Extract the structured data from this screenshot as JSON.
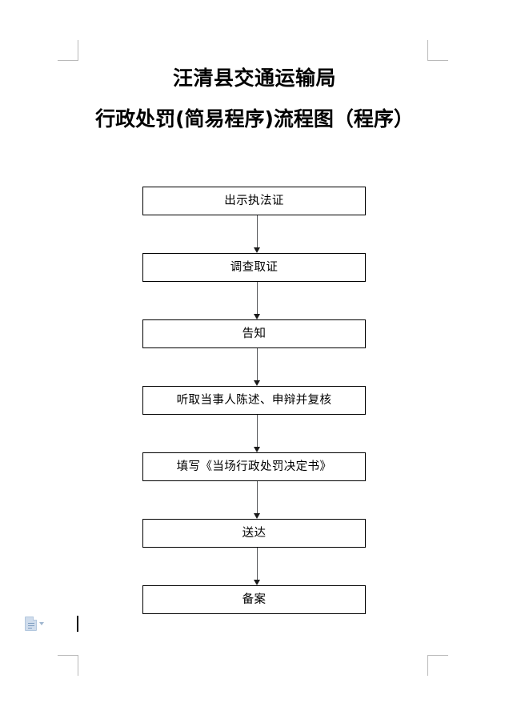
{
  "document": {
    "title_line_1": "汪清县交通运输局",
    "title_line_2": "行政处罚(简易程序)流程图（程序）"
  },
  "flowchart": {
    "orientation": "vertical",
    "connector_style": "solid-line-with-filled-arrowhead",
    "box_border_color": "#000000",
    "box_fill_color": "#ffffff",
    "connector_color": "#58595b",
    "steps": [
      {
        "index": 1,
        "label": "出示执法证"
      },
      {
        "index": 2,
        "label": "调查取证"
      },
      {
        "index": 3,
        "label": "告知"
      },
      {
        "index": 4,
        "label": "听取当事人陈述、申辩并复核"
      },
      {
        "index": 5,
        "label": "填写《当场行政处罚决定书》"
      },
      {
        "index": 6,
        "label": "送达"
      },
      {
        "index": 7,
        "label": "备案"
      }
    ]
  },
  "editor_overlay": {
    "paste_options_icon": "paste-document-icon",
    "paste_options_caret": "chevron-down-icon",
    "caret": "text-insertion-caret"
  },
  "page_marks": {
    "top_left": "margin-corner-mark",
    "top_right": "margin-corner-mark",
    "bottom_left": "margin-corner-mark",
    "bottom_right": "margin-corner-mark",
    "color": "#b9b9b9"
  }
}
